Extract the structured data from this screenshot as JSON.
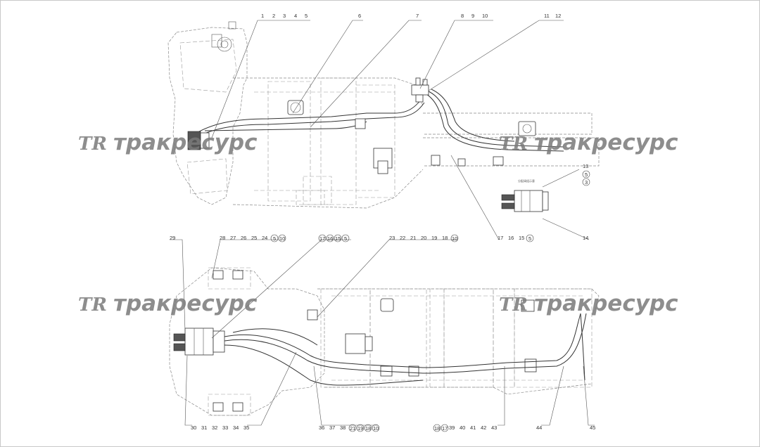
{
  "watermark": {
    "text": "трак­ресурс",
    "mark": "TR"
  },
  "top_view": {
    "callouts_top": [
      "1",
      "2",
      "3",
      "4",
      "5",
      "6",
      "7",
      "8",
      "9",
      "10",
      "11",
      "12"
    ],
    "callouts_right": [
      "13",
      "5",
      "3",
      "14"
    ],
    "callouts_bottom": [
      "17",
      "16",
      "15",
      "5"
    ],
    "inset_label": "分配阀组示意"
  },
  "bottom_view": {
    "callouts_top": [
      "29",
      "28",
      "27",
      "26",
      "25",
      "24",
      "5",
      "10",
      "17",
      "16",
      "15",
      "5",
      "23",
      "22",
      "21",
      "20",
      "19",
      "18",
      "10"
    ],
    "callouts_bottom": [
      "30",
      "31",
      "32",
      "33",
      "34",
      "35",
      "36",
      "37",
      "38",
      "21",
      "19",
      "18",
      "10",
      "18",
      "17",
      "39",
      "40",
      "41",
      "42",
      "43",
      "44",
      "45"
    ]
  }
}
